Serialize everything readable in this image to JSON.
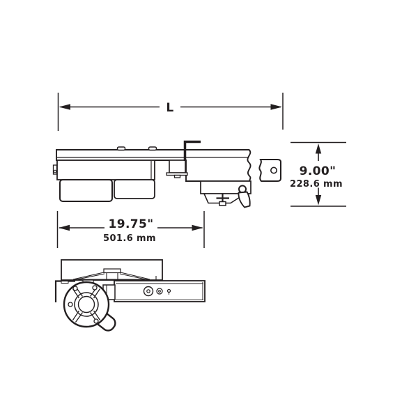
{
  "colors": {
    "background": "#ffffff",
    "ink": "#231f20"
  },
  "dimensions": {
    "overall_length": {
      "label": "L"
    },
    "height": {
      "inches": "9.00\"",
      "millimeters": "228.6 mm"
    },
    "power_head_length": {
      "inches": "19.75\"",
      "millimeters": "501.6 mm"
    }
  }
}
